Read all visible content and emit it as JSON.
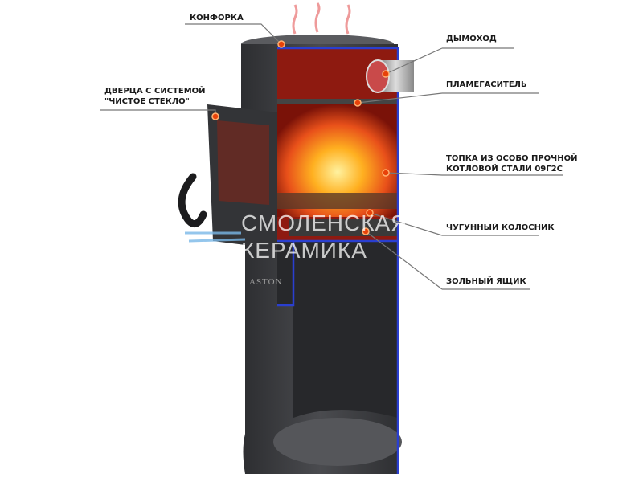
{
  "labels": {
    "hotplate": "КОНФОРКА",
    "chimney": "ДЫМОХОД",
    "door_line1": "ДВЕРЦА С СИСТЕМОЙ",
    "door_line2": "\"ЧИСТОЕ СТЕКЛО\"",
    "flame_damper": "ПЛАМЕГАСИТЕЛЬ",
    "firebox_line1": "ТОПКА ИЗ ОСОБО ПРОЧНОЙ",
    "firebox_line2": "КОТЛОВОЙ СТАЛИ 09Г2С",
    "grate": "ЧУГУННЫЙ КОЛОСНИК",
    "ash_box": "ЗОЛЬНЫЙ ЯЩИК"
  },
  "watermark": {
    "line1": "СМОЛЕНСКАЯ",
    "line2": "КЕРАМИКА"
  },
  "logo": "ASTON",
  "colors": {
    "body": "#3c3d40",
    "fire": "#f07a10",
    "chamber": "#8e1a10",
    "edge": "#2a3fd0",
    "marker": "#e8420a"
  }
}
